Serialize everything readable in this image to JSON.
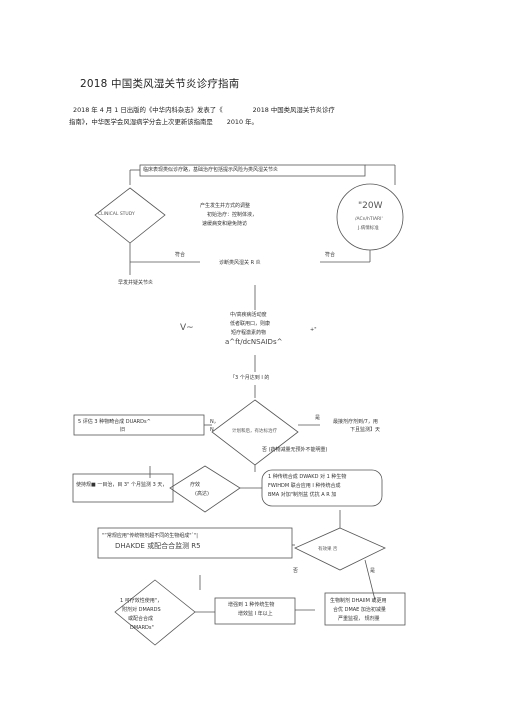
{
  "document": {
    "title": "2018 中国类风湿关节炎诊疗指南",
    "intro_line1_a": "2018 年 4 月 1 日出版的《中华内科杂志》发表了《",
    "intro_line1_b": "2018 中国类风湿关节炎诊疗",
    "intro_line2_a": "指南》，中华医学会风湿病学分会上次更新该指南是",
    "intro_line2_b": "2010 年。"
  },
  "flowchart": {
    "top_box": "临床表现类似诊疗路，基础治疗包括提示风险为类风湿关节炎",
    "left_diamond": "CLINICAL STUDY",
    "center_note": [
      "产生发生并方式的调整",
      "初始治疗：控制体液，",
      "速缓病变和避免随访"
    ],
    "right_circle": [
      "\"20W",
      "/ACn/hTIARI'",
      "J.病情标准"
    ],
    "left_meet": "符合",
    "right_meet": "符合",
    "diagnosis": "诊断类风湿关 R 炎",
    "early_eval": "早发并疑关节炎",
    "treat_box": [
      "中/高疾病活动度",
      "低者联用口，则康",
      "短疗程激素药物",
      "a^ft/dcNSAIDs^"
    ],
    "left_v": "V~",
    "right_mark": "+\"",
    "after_3m": "「3 个月达到 I 的",
    "left_box1": "5 评估 3 种物畸合成  DUARDs^",
    "left_box1_sub": "旧",
    "n_label": "N，",
    "n_sub": "N",
    "diamond2": "计划和后，有达标治疗",
    "yes_mark": "是",
    "right_text2": "最接剂疗剂到/7，用",
    "right_text2_sub": "下且监测】天",
    "no_text2": "否 (药物减量无预外不能明重)",
    "left_box3": "使持规■ 一目治，目  3\" 个月监测 3 天，",
    "diamond3_a": "疗效",
    "diamond3_b": "(高达)",
    "right_box3": [
      "1 种传统合成 DWAKD 对 1 种生物",
      "FWIHDM 联合应用 I 种传统合成",
      "BMA 对加\"制剂盆 优抗 A R 加"
    ],
    "wide_box": "\"“常规应用\"传统物剂超不同的生物组成\"`\"|",
    "wide_box_b": "DHAKDE 或配合合监测 R5",
    "diamond4_note": "有效果 否",
    "no_mark": "否",
    "yes_mark2": "是",
    "bottom_left_diamond": [
      "1 可疗效性使用\"，",
      "附剂对 DMARDS",
      "或配合合成",
      "DMARDs\""
    ],
    "bottom_center_box": [
      "增强到 1 种传统生物",
      "增效监 I 年以上"
    ],
    "bottom_right_box": [
      "生物制剂 DHAIIM 或更用",
      "合优 DMAE 加治初减量",
      "严重监视，    规剂量"
    ]
  }
}
